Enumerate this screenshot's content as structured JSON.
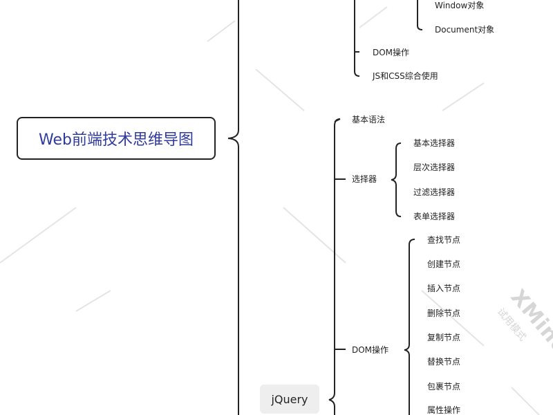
{
  "mindmap": {
    "root": "Web前端技术思维导图",
    "upper_branch": {
      "window_object": "Window对象",
      "document_object": "Document对象",
      "dom_operation": "DOM操作",
      "js_css": "JS和CSS综合使用"
    },
    "jquery": {
      "label": "jQuery",
      "basic_syntax": "基本语法",
      "selectors": {
        "label": "选择器",
        "items": [
          "基本选择器",
          "层次选择器",
          "过滤选择器",
          "表单选择器"
        ]
      },
      "dom_operation": {
        "label": "DOM操作",
        "items": [
          "查找节点",
          "创建节点",
          "插入节点",
          "删除节点",
          "复制节点",
          "替换节点",
          "包裹节点",
          "属性操作"
        ]
      }
    }
  },
  "watermark": {
    "brand": "XMind",
    "mode": "试用模式"
  },
  "colors": {
    "root_text": "#2f3a9c",
    "line": "#222222",
    "topic_bg": "#eeeeee",
    "watermark": "#d6d6d6"
  }
}
